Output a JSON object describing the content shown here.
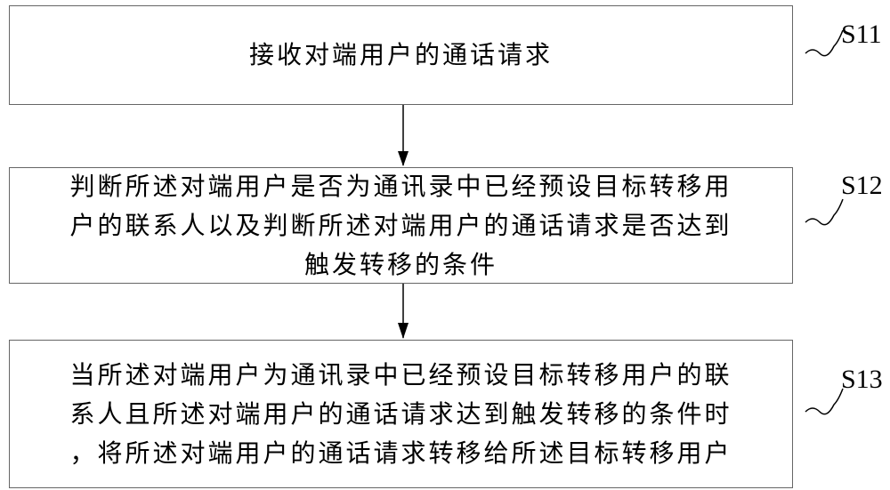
{
  "steps": [
    {
      "label": "S11",
      "lines": [
        "接收对端用户的通话请求"
      ]
    },
    {
      "label": "S12",
      "lines": [
        "判断所述对端用户是否为通讯录中已经预设目标转移用",
        "户的联系人以及判断所述对端用户的通话请求是否达到",
        "触发转移的条件"
      ]
    },
    {
      "label": "S13",
      "lines": [
        "当所述对端用户为通讯录中已经预设目标转移用户的联",
        "系人且所述对端用户的通话请求达到触发转移的条件时",
        "，将所述对端用户的通话请求转移给所述目标转移用户"
      ]
    }
  ]
}
